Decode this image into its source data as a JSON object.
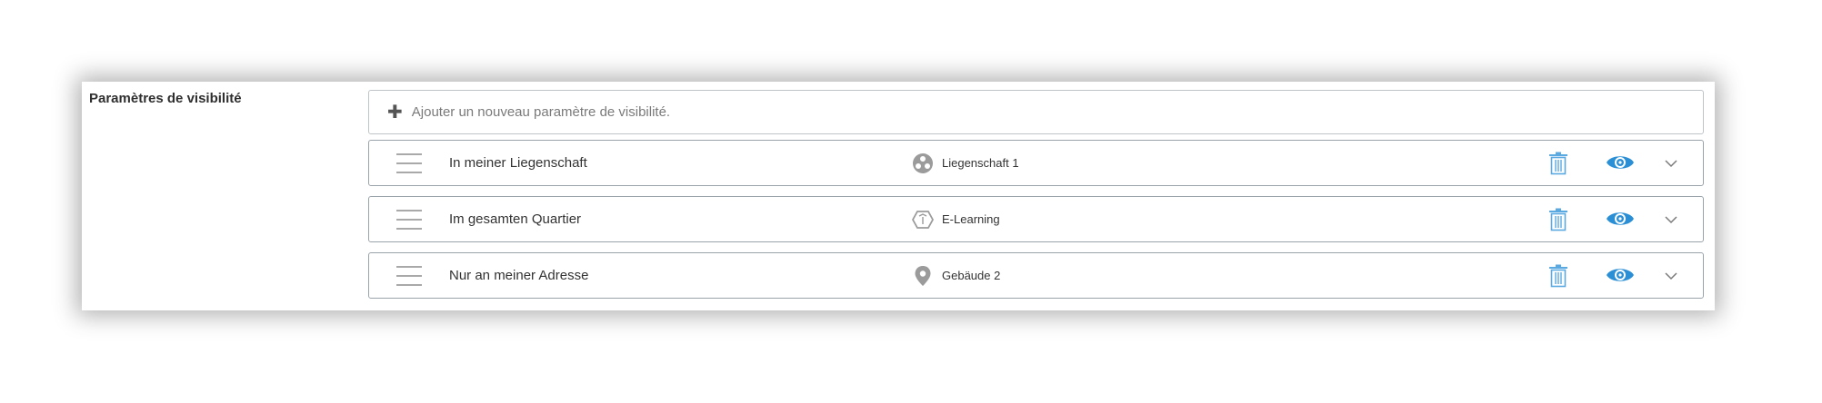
{
  "section": {
    "label": "Paramètres de visibilité"
  },
  "add_row": {
    "icon": "plus-icon",
    "label": "Ajouter un nouveau paramètre de visibilité."
  },
  "rows": [
    {
      "label": "In meiner Liegenschaft",
      "scope_icon": "group-circle-icon",
      "scope": "Liegenschaft 1"
    },
    {
      "label": "Im gesamten Quartier",
      "scope_icon": "hexagon-icon",
      "scope": "E-Learning"
    },
    {
      "label": "Nur an meiner Adresse",
      "scope_icon": "map-pin-icon",
      "scope": "Gebäude 2"
    }
  ],
  "colors": {
    "accent": "#2b8fd6",
    "trash": "#5aa9e0",
    "border": "#9aa3aa"
  }
}
